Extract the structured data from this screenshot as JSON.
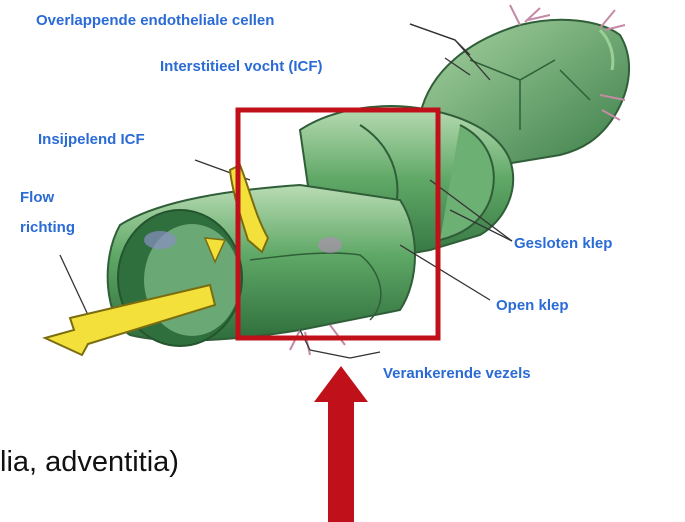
{
  "labels": {
    "overlapping_cells": "Overlappende endotheliale cellen",
    "interstitial_fluid": "Interstitieel vocht (ICF)",
    "seeping_icf": "Insijpelend ICF",
    "flow_line1": "Flow",
    "flow_line2": "richting",
    "closed_valve": "Gesloten klep",
    "open_valve": "Open klep",
    "anchoring_fibers": "Verankerende vezels"
  },
  "body_text": {
    "line1": "lia, adventitia)"
  },
  "colors": {
    "label_blue": "#2a6bd6",
    "highlight_red": "#c0101a",
    "vessel_green": "#4f9b5c",
    "arrow_yellow": "#f4e03a"
  }
}
